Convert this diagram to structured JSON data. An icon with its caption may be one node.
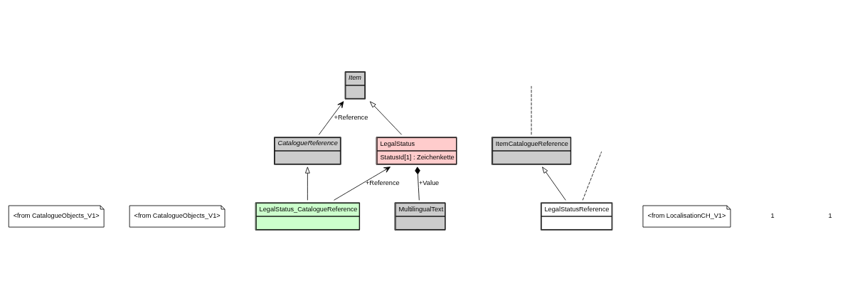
{
  "diagram": {
    "nodes": [
      {
        "text": [
          "<from CatalogueObjects_V1>"
        ]
      },
      {
        "text": [
          "<from CatalogueObjects_V1>"
        ]
      },
      {
        "text": [
          "Item"
        ]
      },
      {
        "text": [
          "CatalogueReference"
        ]
      },
      {
        "text": [
          "ItemCatalogueReference"
        ]
      },
      {
        "text": [
          "LegalStatusReference"
        ]
      },
      {
        "text": [
          "<from LocalisationCH_V1>"
        ]
      },
      {
        "text": [
          "MultilingualText"
        ]
      },
      {
        "text": [
          "LegalStatus",
          "StatusId[1] : Zeichenkette"
        ]
      },
      {
        "text": [
          "LegalStatus_CatalogueReference"
        ]
      }
    ],
    "edges": [
      {
        "from": 3,
        "to": 2,
        "arrow": "to",
        "label": "+Reference"
      },
      {
        "from": 4,
        "to": null,
        "arrow": "none",
        "style": "dashed"
      },
      {
        "from": 8,
        "to": 2,
        "arrow": "to"
      },
      {
        "from": 9,
        "to": 3,
        "arrow": "to"
      },
      {
        "from": 5,
        "to": 4,
        "arrow": "to"
      },
      {
        "from": 7,
        "to": 8,
        "arrow": "other",
        "label": "+Value"
      },
      {
        "from": 9,
        "to": 8,
        "arrow": "to",
        "label": "+Reference"
      },
      {
        "from": 5,
        "to": null,
        "arrow": "none",
        "style": "dashed"
      }
    ],
    "labels": [
      "1",
      "1"
    ]
  }
}
